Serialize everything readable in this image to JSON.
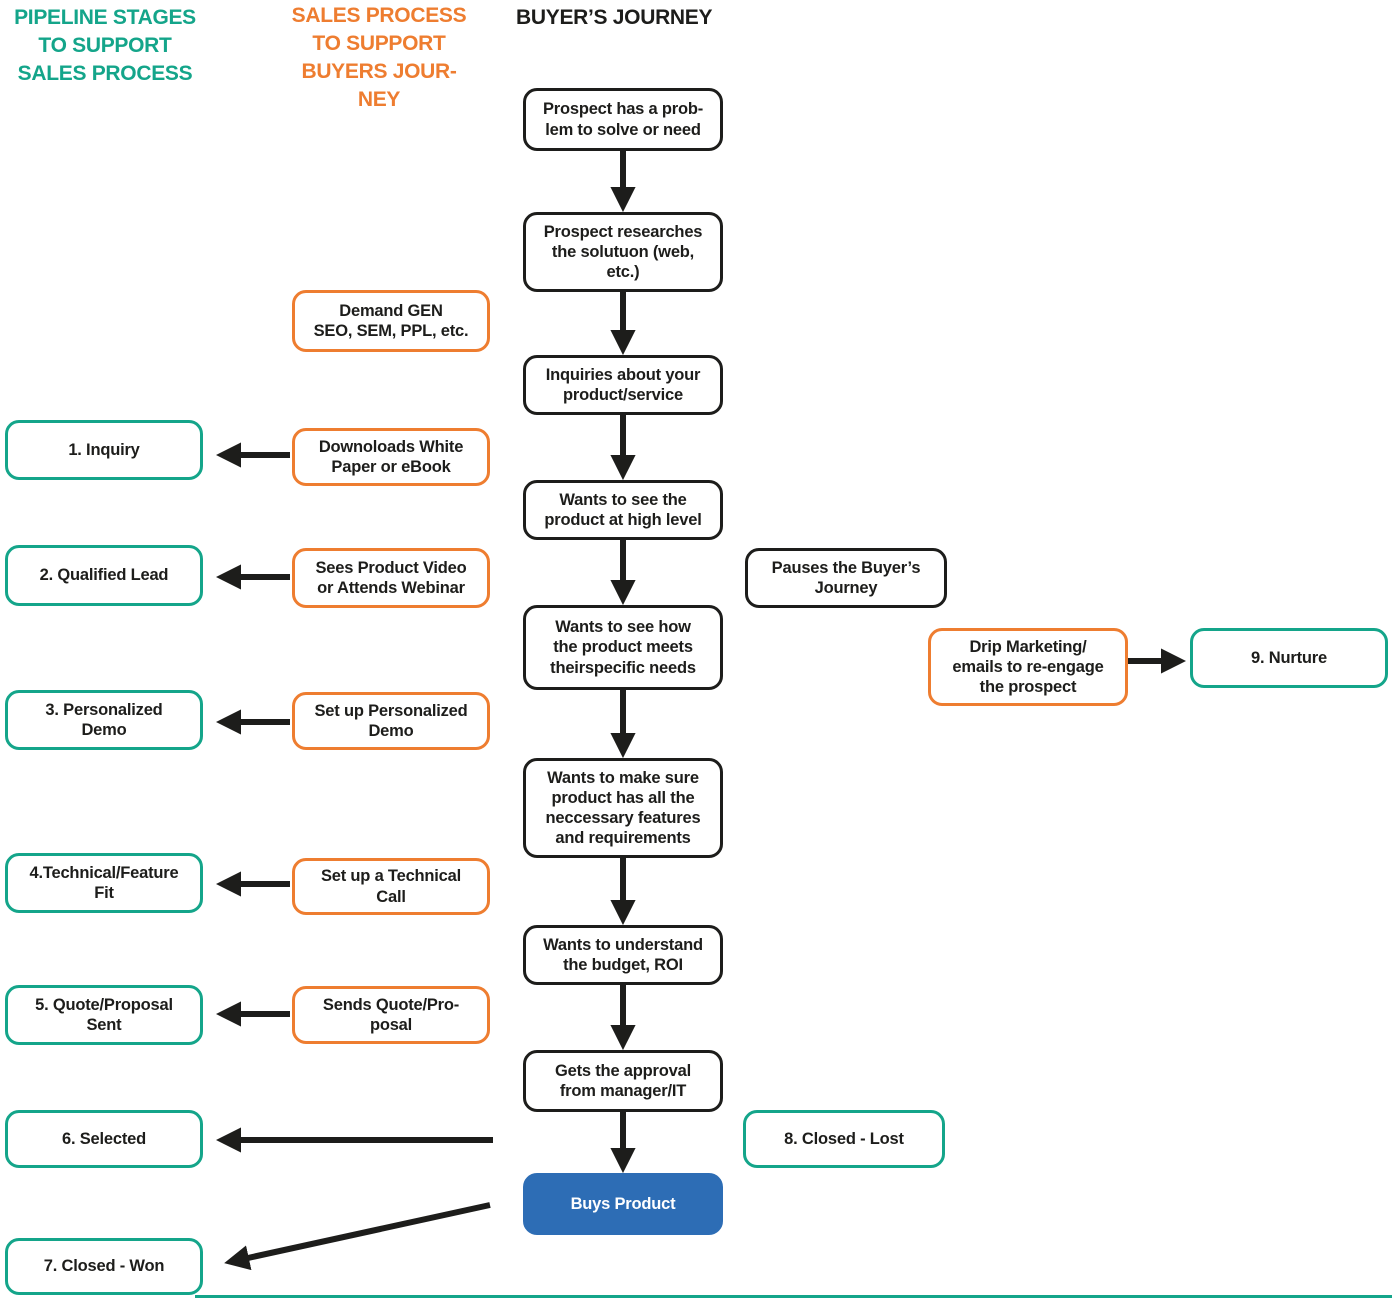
{
  "colors": {
    "teal": "#14a58a",
    "orange": "#ee7d30",
    "blue": "#2d6db5",
    "ink": "#1d1d1b"
  },
  "headers": {
    "pipeline": "PIPELINE STAGES\nTO SUPPORT\nSALES PROCESS",
    "sales_process": "SALES PROCESS\nTO SUPPORT\nBUYERS JOUR-\nNEY",
    "buyers_journey": "BUYER’S JOURNEY"
  },
  "buyer_journey_steps": [
    "Prospect has a prob-\nlem to solve or need",
    "Prospect researches\nthe solutuon (web,\netc.)",
    "Inquiries about your\nproduct/service",
    "Wants to see  the\nproduct at high level",
    "Wants to see how\nthe product meets\ntheirspecific needs",
    "Wants to make sure\nproduct has all the\nneccessary features\nand requirements",
    "Wants to understand\nthe budget, ROI",
    "Gets the approval\nfrom manager/IT",
    "Buys Product"
  ],
  "journey_pause_label": "Pauses the Buyer’s\nJourney",
  "pipeline_stages": [
    "1. Inquiry",
    "2. Qualified Lead",
    "3. Personalized\nDemo",
    "4.Technical/Feature\nFit",
    "5. Quote/Proposal\nSent",
    "6. Selected",
    "7. Closed - Won",
    "8. Closed - Lost",
    "9. Nurture"
  ],
  "sales_actions": [
    "Demand GEN\nSEO, SEM, PPL, etc.",
    "Downoloads White\nPaper or eBook",
    "Sees Product Video\nor Attends Webinar",
    "Set up Personalized\nDemo",
    "Set up a Technical\nCall",
    "Sends Quote/Pro-\nposal",
    "Drip Marketing/\nemails to re-engage\nthe prospect"
  ]
}
